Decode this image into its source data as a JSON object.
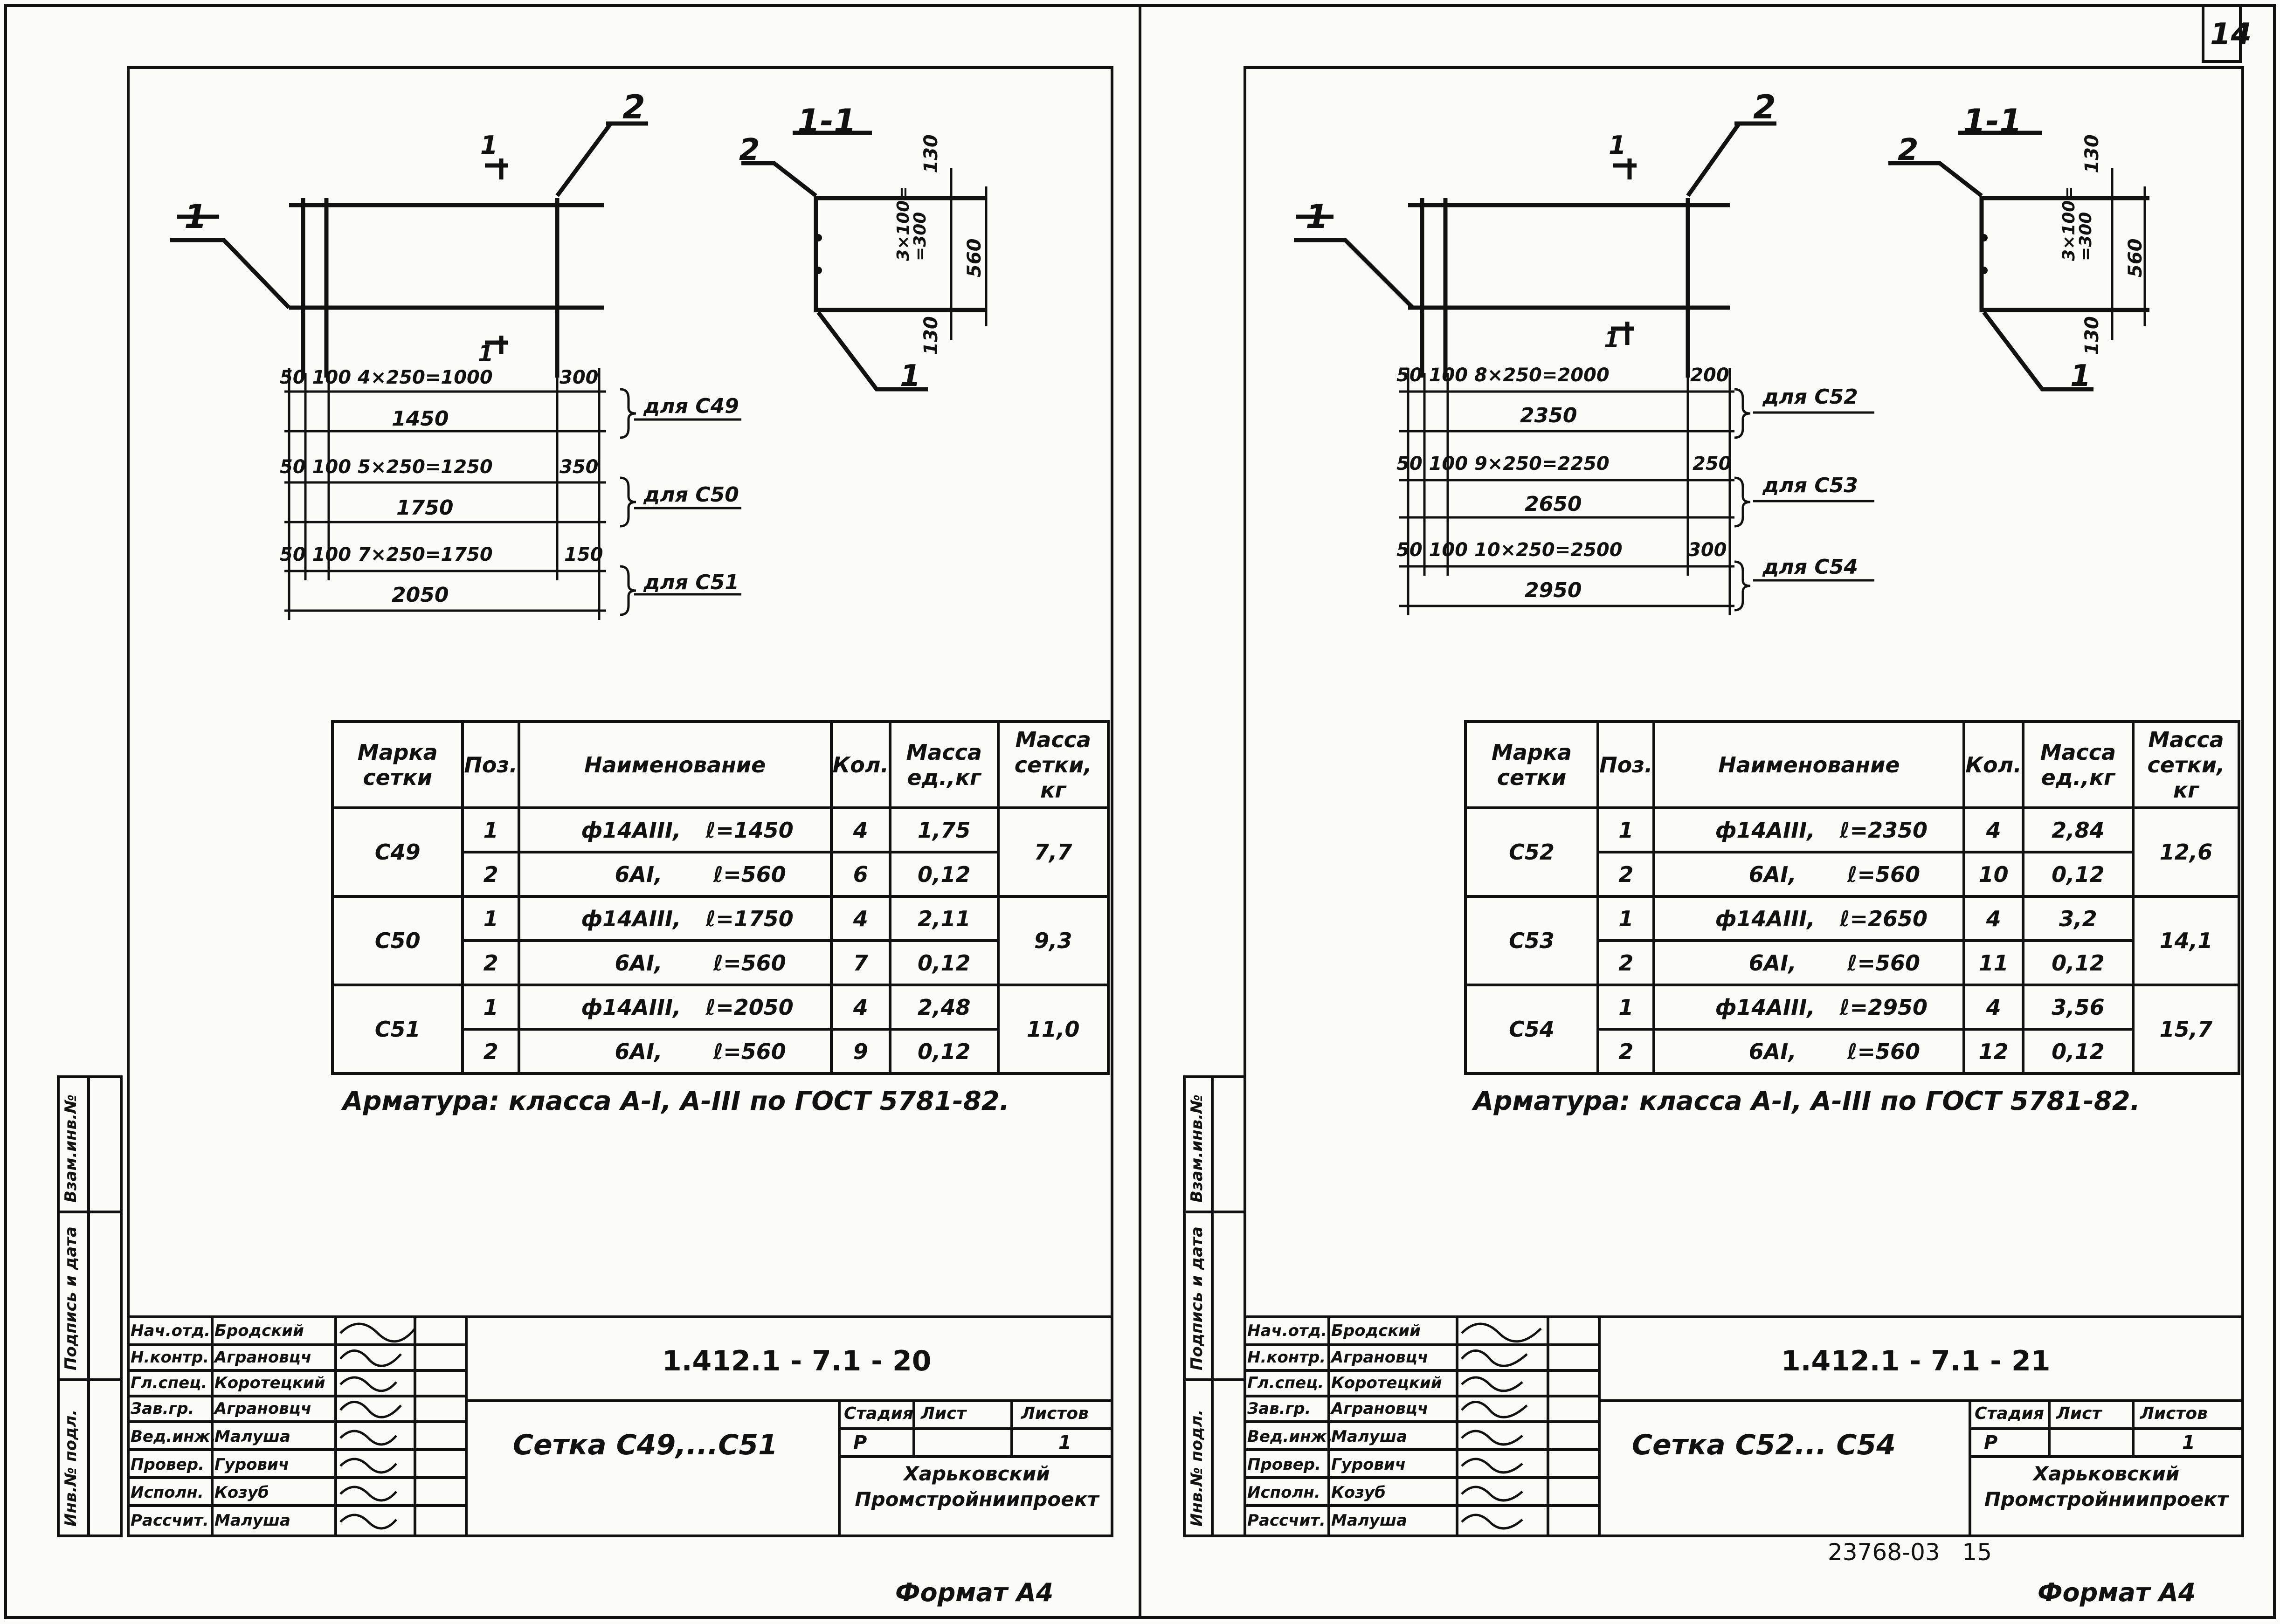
{
  "page_number": "14",
  "sheets": [
    {
      "section_label": "1-1",
      "callout_1": "1",
      "callout_2": "2",
      "section_dims": {
        "top": "130",
        "inner": "3×100=\n=300",
        "total": "560",
        "bottom": "130"
      },
      "dims": [
        {
          "row": "50 100 4×250=1000",
          "end": "300",
          "total": "1450",
          "for": "для С49"
        },
        {
          "row": "50 100 5×250=1250",
          "end": "350",
          "total": "1750",
          "for": "для С50"
        },
        {
          "row": "50 100 7×250=1750",
          "end": "150",
          "total": "2050",
          "for": "для С51"
        }
      ],
      "table": {
        "headers": [
          "Марка сетки",
          "Поз.",
          "Наименование",
          "Кол.",
          "Масса ед.,кг",
          "Масса сетки, кг"
        ],
        "groups": [
          {
            "mark": "С49",
            "mass": "7,7",
            "rows": [
              {
                "pos": "1",
                "name": "ф14АIII,",
                "len": "ℓ=1450",
                "qty": "4",
                "unit": "1,75"
              },
              {
                "pos": "2",
                "name": "6АI,",
                "len": "ℓ=560",
                "qty": "6",
                "unit": "0,12"
              }
            ]
          },
          {
            "mark": "С50",
            "mass": "9,3",
            "rows": [
              {
                "pos": "1",
                "name": "ф14АIII,",
                "len": "ℓ=1750",
                "qty": "4",
                "unit": "2,11"
              },
              {
                "pos": "2",
                "name": "6АI,",
                "len": "ℓ=560",
                "qty": "7",
                "unit": "0,12"
              }
            ]
          },
          {
            "mark": "С51",
            "mass": "11,0",
            "rows": [
              {
                "pos": "1",
                "name": "ф14АIII,",
                "len": "ℓ=2050",
                "qty": "4",
                "unit": "2,48"
              },
              {
                "pos": "2",
                "name": "6АI,",
                "len": "ℓ=560",
                "qty": "9",
                "unit": "0,12"
              }
            ]
          }
        ]
      },
      "note": "Арматура: класса А-I, А-III по ГОСТ 5781-82.",
      "stamp": {
        "code": "1.412.1 - 7.1 - 20",
        "title": "Сетка С49,...С51",
        "stage_label": "Стадия",
        "sheet_label": "Лист",
        "sheets_label": "Листов",
        "stage": "Р",
        "sheets_count": "1",
        "org": "Харьковский\nПромстройниипроект",
        "roles": [
          {
            "role": "Нач.отд.",
            "name": "Бродский"
          },
          {
            "role": "Н.контр.",
            "name": "Аграновцч"
          },
          {
            "role": "Гл.спец.",
            "name": "Коротецкий"
          },
          {
            "role": "Зав.гр.",
            "name": "Аграновцч"
          },
          {
            "role": "Вед.инж.",
            "name": "Малуша"
          },
          {
            "role": "Провер.",
            "name": "Гурович"
          },
          {
            "role": "Исполн.",
            "name": "Козуб"
          },
          {
            "role": "Рассчит.",
            "name": "Малуша"
          }
        ]
      },
      "side": [
        "Инв.№ подл.",
        "Подпись и дата",
        "Взам.инв.№"
      ],
      "format": "Формат А4"
    },
    {
      "section_label": "1-1",
      "callout_1": "1",
      "callout_2": "2",
      "section_dims": {
        "top": "130",
        "inner": "3×100=\n=300",
        "total": "560",
        "bottom": "130"
      },
      "dims": [
        {
          "row": "50 100 8×250=2000",
          "end": "200",
          "total": "2350",
          "for": "для С52"
        },
        {
          "row": "50 100 9×250=2250",
          "end": "250",
          "total": "2650",
          "for": "для С53"
        },
        {
          "row": "50 100 10×250=2500",
          "end": "300",
          "total": "2950",
          "for": "для С54"
        }
      ],
      "table": {
        "headers": [
          "Марка сетки",
          "Поз.",
          "Наименование",
          "Кол.",
          "Масса ед.,кг",
          "Масса сетки, кг"
        ],
        "groups": [
          {
            "mark": "С52",
            "mass": "12,6",
            "rows": [
              {
                "pos": "1",
                "name": "ф14АIII,",
                "len": "ℓ=2350",
                "qty": "4",
                "unit": "2,84"
              },
              {
                "pos": "2",
                "name": "6АI,",
                "len": "ℓ=560",
                "qty": "10",
                "unit": "0,12"
              }
            ]
          },
          {
            "mark": "С53",
            "mass": "14,1",
            "rows": [
              {
                "pos": "1",
                "name": "ф14АIII,",
                "len": "ℓ=2650",
                "qty": "4",
                "unit": "3,2"
              },
              {
                "pos": "2",
                "name": "6АI,",
                "len": "ℓ=560",
                "qty": "11",
                "unit": "0,12"
              }
            ]
          },
          {
            "mark": "С54",
            "mass": "15,7",
            "rows": [
              {
                "pos": "1",
                "name": "ф14АIII,",
                "len": "ℓ=2950",
                "qty": "4",
                "unit": "3,56"
              },
              {
                "pos": "2",
                "name": "6АI,",
                "len": "ℓ=560",
                "qty": "12",
                "unit": "0,12"
              }
            ]
          }
        ]
      },
      "note": "Арматура: класса А-I, А-III по ГОСТ 5781-82.",
      "stamp": {
        "code": "1.412.1 - 7.1 - 21",
        "title": "Сетка С52... С54",
        "stage_label": "Стадия",
        "sheet_label": "Лист",
        "sheets_label": "Листов",
        "stage": "Р",
        "sheets_count": "1",
        "org": "Харьковский\nПромстройниипроект",
        "roles": [
          {
            "role": "Нач.отд.",
            "name": "Бродский"
          },
          {
            "role": "Н.контр.",
            "name": "Аграновцч"
          },
          {
            "role": "Гл.спец.",
            "name": "Коротецкий"
          },
          {
            "role": "Зав.гр.",
            "name": "Аграновцч"
          },
          {
            "role": "Вед.инж.",
            "name": "Малуша"
          },
          {
            "role": "Провер.",
            "name": "Гурович"
          },
          {
            "role": "Исполн.",
            "name": "Козуб"
          },
          {
            "role": "Рассчит.",
            "name": "Малуша"
          }
        ]
      },
      "side": [
        "Инв.№ подл.",
        "Подпись и дата",
        "Взам.инв.№"
      ],
      "format": "Формат А4",
      "archive": "23768-03   15"
    }
  ]
}
